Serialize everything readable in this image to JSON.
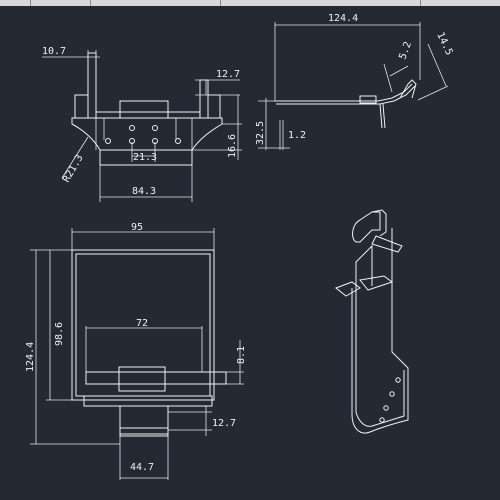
{
  "window": {
    "tabs": [
      "",
      "",
      "",
      ""
    ]
  },
  "drawing": {
    "side_view": {
      "overall_width": "124.4",
      "dim_a": "5.2",
      "dim_b": "14.5",
      "height": "32.5",
      "thickness": "1.2"
    },
    "top_view": {
      "tab_width": "10.7",
      "tab_height": "12.7",
      "radius": "R21.3",
      "hole_spacing": "21.3",
      "depth": "16.6",
      "base_width": "84.3"
    },
    "front_view": {
      "width": "95",
      "overall_height": "124.4",
      "plate_height": "98.6",
      "slot_width": "72",
      "slot_height": "8.1",
      "foot_height": "12.7",
      "foot_width": "44.7"
    }
  }
}
